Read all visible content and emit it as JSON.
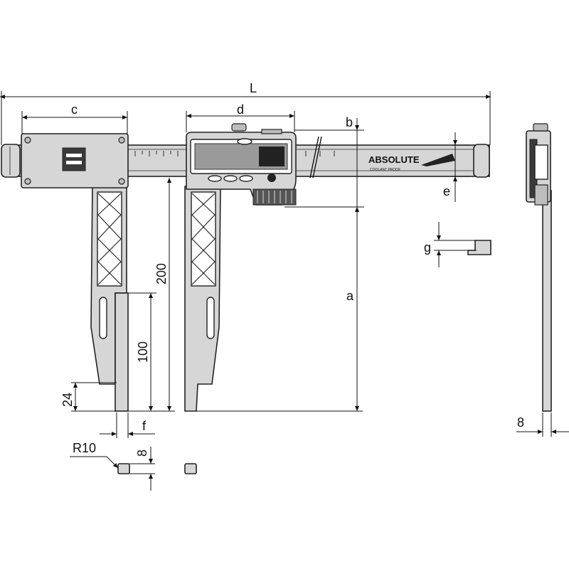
{
  "labels": {
    "L": "L",
    "c": "c",
    "d": "d",
    "b": "b",
    "e": "e",
    "a": "a",
    "g": "g",
    "f": "f",
    "v200": "200",
    "v100": "100",
    "v24": "24",
    "r10": "R10",
    "v8_tip": "8",
    "v8_side": "8"
  },
  "branding": {
    "logo": "ABSOLUTE",
    "sub": "COOLANT PROOF"
  }
}
